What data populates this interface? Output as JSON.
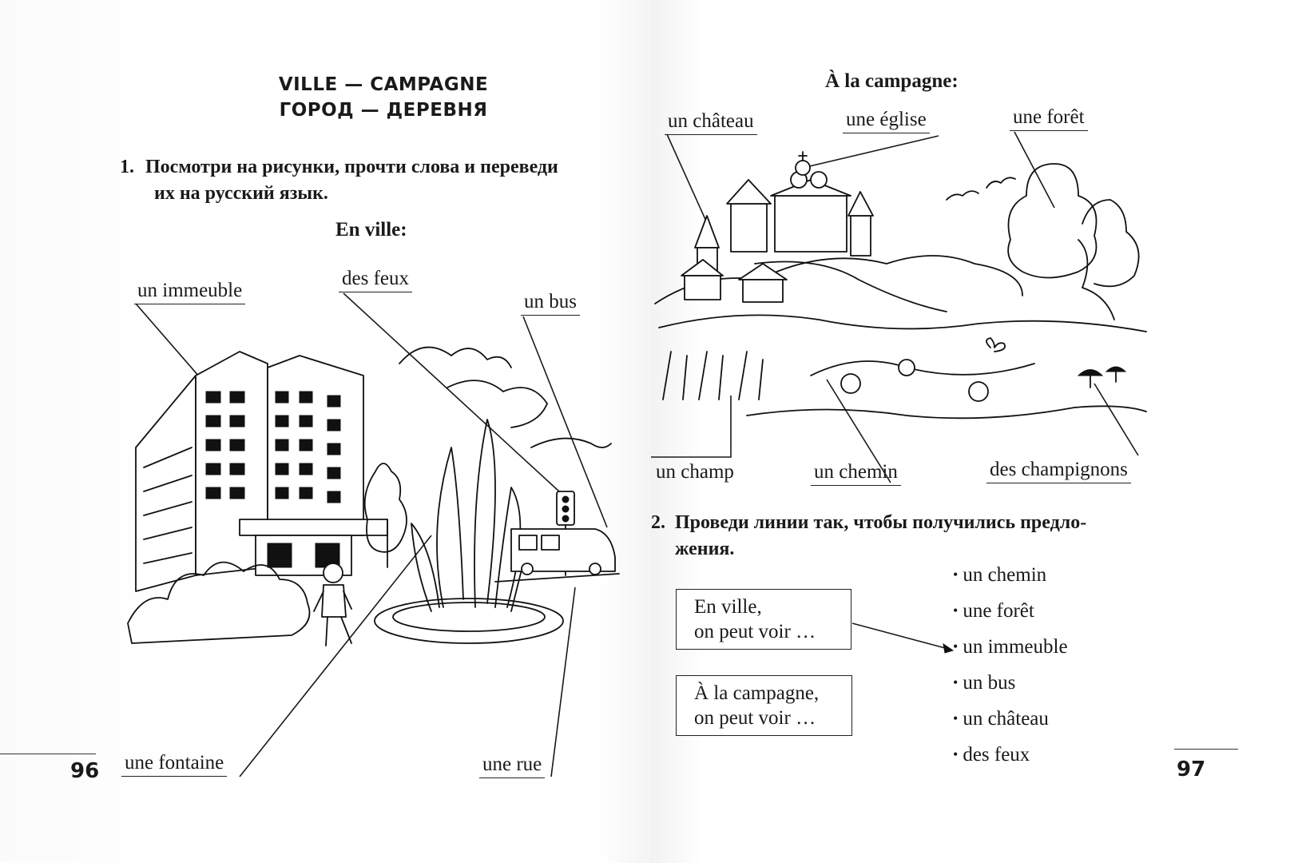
{
  "left_page": {
    "title_fr": "VILLE — CAMPAGNE",
    "title_ru": "ГОРОД — ДЕРЕВНЯ",
    "task1_number": "1.",
    "task1_line1": "Посмотри на рисунки, прочти слова и переведи",
    "task1_line2": "их на русский язык.",
    "section_title": "En ville:",
    "labels": {
      "immeuble": "un immeuble",
      "feux": "des feux",
      "bus": "un bus",
      "fontaine": "une fontaine",
      "rue": "une rue"
    },
    "page_number": "96"
  },
  "right_page": {
    "section_title": "À la campagne:",
    "labels": {
      "chateau": "un château",
      "eglise": "une église",
      "foret": "une forêt",
      "champ": "un champ",
      "chemin": "un chemin",
      "champignons": "des champignons"
    },
    "task2_number": "2.",
    "task2_line1": "Проведи линии так, чтобы получились предло-",
    "task2_line2": "жения.",
    "box1_line1": "En ville,",
    "box1_line2": "on peut voir …",
    "box2_line1": "À la campagne,",
    "box2_line2": "on peut voir …",
    "options": [
      "un chemin",
      "une forêt",
      "un immeuble",
      "un bus",
      "un château",
      "des feux"
    ],
    "page_number": "97"
  }
}
